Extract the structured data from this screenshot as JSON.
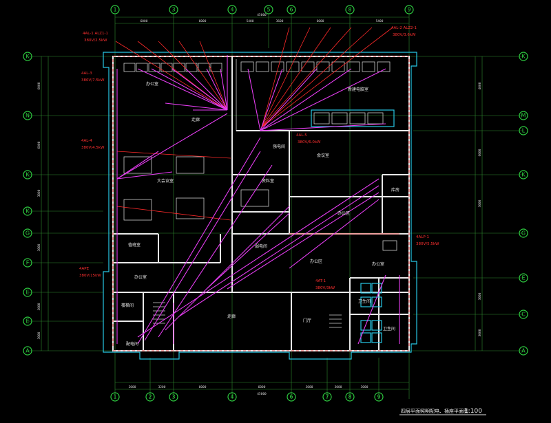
{
  "drawing": {
    "title": "四层平面照明配电、插座平面图",
    "scale": "1:100"
  },
  "axes": {
    "top_columns": [
      "1",
      "3",
      "4",
      "5",
      "6",
      "8",
      "9"
    ],
    "bottom_columns": [
      "1",
      "2",
      "3",
      "4",
      "6",
      "7",
      "8",
      "9"
    ],
    "rows_left": [
      "K",
      "N",
      "K",
      "K",
      "G",
      "F",
      "E",
      "E",
      "A"
    ],
    "rows_right": [
      "K",
      "M",
      "L",
      "K",
      "G",
      "E",
      "C",
      "A"
    ]
  },
  "dimensions": {
    "top": [
      "6000",
      "6000",
      "5400",
      "3600",
      "6000",
      "5400"
    ],
    "bottom": [
      "2000",
      "3200",
      "6000",
      "6000",
      "3000",
      "3000",
      "3000"
    ],
    "overall_top": "45000",
    "overall_bottom": "45000",
    "left": [
      "6000",
      "6000",
      "3000",
      "3000",
      "3000",
      "3000"
    ],
    "right": [
      "4000",
      "6000",
      "3000",
      "3000",
      "3000"
    ]
  },
  "rooms": [
    {
      "label": "办公室"
    },
    {
      "label": "会议室"
    },
    {
      "label": "楼梯间"
    },
    {
      "label": "新建电脑室"
    },
    {
      "label": "大会议室"
    },
    {
      "label": "资料室"
    },
    {
      "label": "库房"
    },
    {
      "label": "配电间"
    },
    {
      "label": "门厅"
    },
    {
      "label": "卫生间"
    },
    {
      "label": "走廊"
    },
    {
      "label": "值班室"
    },
    {
      "label": "办公区"
    },
    {
      "label": "强电间"
    },
    {
      "label": "弱电间"
    }
  ],
  "panels": [
    {
      "code": "4AL-1  ALZ1-1",
      "spec": "380V/2.5kW"
    },
    {
      "code": "4AL-2  ALZ2-1",
      "spec": "380V/3.6kW"
    },
    {
      "code": "4AL-3",
      "spec": "380V/7.5kW"
    },
    {
      "code": "4AL-4",
      "spec": "380V/4.5kW"
    },
    {
      "code": "4AL-5",
      "spec": "380V/6.0kW"
    },
    {
      "code": "4APE",
      "spec": "380V/15kW"
    },
    {
      "code": "4ALP-1",
      "spec": "380V/5.5kW"
    },
    {
      "code": "4AT-1",
      "spec": "380V/3kW"
    }
  ],
  "colors": {
    "background": "#000000",
    "grid": "#2ecc40",
    "wall": "#e8e8e8",
    "window": "#27c8e6",
    "wiring_red": "#ff2a2a",
    "wiring_magenta": "#e43df0"
  }
}
